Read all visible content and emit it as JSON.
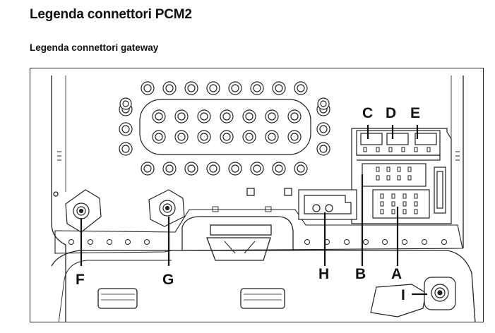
{
  "title": "Legenda connettori PCM2",
  "subtitle": "Legenda connettori gateway",
  "diagram": {
    "labels": {
      "A": "A",
      "B": "B",
      "C": "C",
      "D": "D",
      "E": "E",
      "F": "F",
      "G": "G",
      "H": "H",
      "I": "I"
    }
  }
}
